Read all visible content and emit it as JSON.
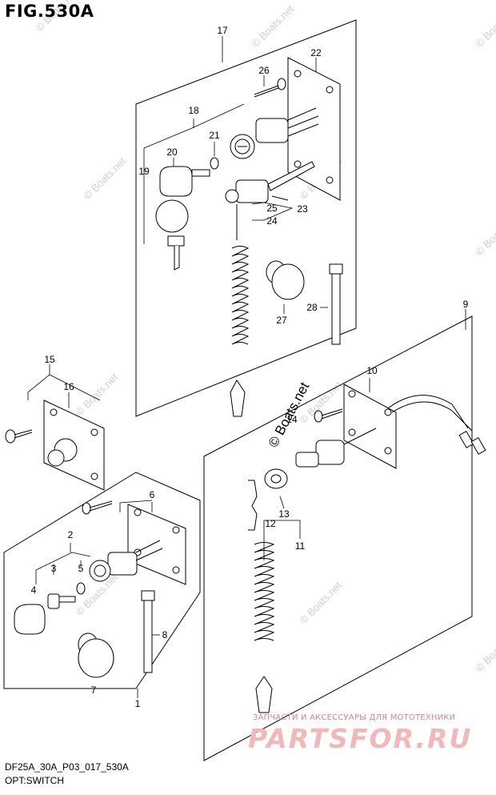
{
  "figure": {
    "title": "FIG.530A"
  },
  "footer": {
    "model_code": "DF25A_30A_P03_017_530A",
    "section_name": "OPT:SWITCH"
  },
  "watermark": {
    "text": "© Boats.net",
    "color": "#cfcfcf"
  },
  "brand": {
    "tagline": "ЗАПЧАСТИ И АКСЕССУАРЫ ДЛЯ МОТОТЕХНИКИ",
    "logo": "PARTSFOR.RU",
    "color": "#e58a8a"
  },
  "callouts": [
    "1",
    "2",
    "3",
    "4",
    "5",
    "6",
    "7",
    "8",
    "9",
    "10",
    "11",
    "12",
    "13",
    "14",
    "15",
    "16",
    "17",
    "18",
    "19",
    "20",
    "21",
    "22",
    "23",
    "24",
    "25",
    "26",
    "27",
    "28"
  ]
}
